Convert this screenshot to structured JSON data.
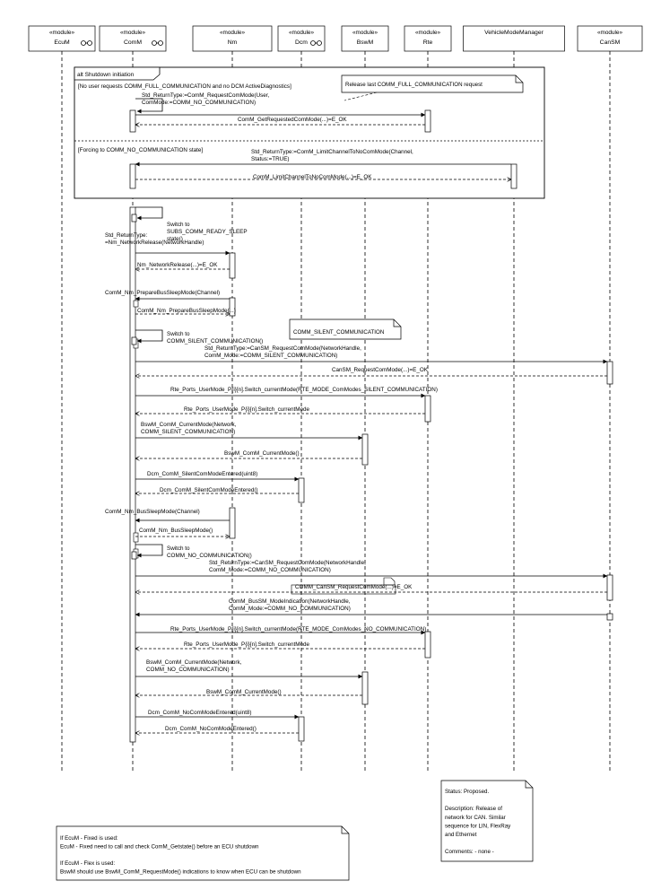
{
  "participants": [
    {
      "id": "ecum",
      "stereotype": "«module»",
      "name": "EcuM",
      "icon": "component-icon"
    },
    {
      "id": "comm",
      "stereotype": "«module»",
      "name": "ComM",
      "icon": "component-icon"
    },
    {
      "id": "nm",
      "stereotype": "«module»",
      "name": "Nm",
      "icon": ""
    },
    {
      "id": "dcm",
      "stereotype": "«module»",
      "name": "Dcm",
      "icon": "component-icon"
    },
    {
      "id": "bswm",
      "stereotype": "«module»",
      "name": "BswM",
      "icon": ""
    },
    {
      "id": "rte",
      "stereotype": "«module»",
      "name": "Rte",
      "icon": ""
    },
    {
      "id": "vmm",
      "stereotype": "",
      "name": "VehicleModeManager",
      "icon": ""
    },
    {
      "id": "cansm",
      "stereotype": "«module»",
      "name": "CanSM",
      "icon": ""
    }
  ],
  "alt_frame": {
    "title": "alt Shutdown initiation",
    "guard1": "[No user requests COMM_FULL_COMMUNICATION and no DCM ActiveDiagnostics]",
    "guard2": "[Forcing to COMM_NO_COMMUNICATION state]"
  },
  "notes": {
    "release_last": "Release last COMM_FULL_COMMUNICATION request",
    "silent": "COMM_SILENT_COMMUNICATION",
    "status_lines": [
      "Status: Proposed.",
      "",
      "Description: Release of",
      "network for CAN. Similar",
      "sequence for LIN, FlexRay",
      "and Ethernet",
      "",
      "Comments: - none -"
    ],
    "ecum_lines": [
      "If EcuM - Fixed is used:",
      "EcuM - Fixed need to call and check ComM_Getstate() before an ECU  shutdown",
      "",
      "If EcuM - Flex is used:",
      "BswM should use BswM_ComM_RequestMode() indications to know when ECU can be shutdown"
    ]
  },
  "messages": [
    {
      "from": "comm",
      "to": "comm",
      "kind": "self",
      "label": [
        "Std_ReturnType:=ComM_RequestComMode(User,",
        "ComMode:=COMM_NO_COMMUNICATION)"
      ],
      "sync": true
    },
    {
      "from": "comm",
      "to": "rte",
      "kind": "sync",
      "label": [
        "Std_ReturnType:=ComM_RequestComMode(User,",
        "ComMode:=COMM_NO_COMMUNICATION)"
      ]
    },
    {
      "from": "rte",
      "to": "comm",
      "kind": "return",
      "label": [
        "ComM_GetRequestedComMode(...)=E_OK"
      ]
    },
    {
      "from": "vmm",
      "to": "comm",
      "kind": "sync",
      "label": [
        "Std_ReturnType:=ComM_LimitChannelToNoComMode(Channel,",
        "Status:=TRUE)"
      ]
    },
    {
      "from": "comm",
      "to": "vmm",
      "kind": "return",
      "label": [
        "ComM_LimitChannelToNoComMode(...)=E_OK"
      ]
    },
    {
      "from": "comm",
      "to": "comm",
      "kind": "self",
      "label": [
        "Switch to",
        "SUBS_COMM_READY_SLEEP",
        "state()"
      ]
    },
    {
      "from": "comm",
      "to": "nm",
      "kind": "sync",
      "label": [
        "Std_ReturnType:",
        "=Nm_NetworkRelease(NetworkHandle)"
      ]
    },
    {
      "from": "nm",
      "to": "comm",
      "kind": "return",
      "label": [
        "Nm_NetworkRelease(...)=E_OK"
      ]
    },
    {
      "from": "nm",
      "to": "comm",
      "kind": "sync",
      "label": [
        "ComM_Nm_PrepareBusSleepMode(Channel)"
      ]
    },
    {
      "from": "comm",
      "to": "nm",
      "kind": "return",
      "label": [
        "ComM_Nm_PrepareBusSleepMode(...)"
      ]
    },
    {
      "from": "comm",
      "to": "comm",
      "kind": "self",
      "label": [
        "Switch to",
        "COMM_SILENT_COMMUNICATION()"
      ]
    },
    {
      "from": "comm",
      "to": "cansm",
      "kind": "sync",
      "label": [
        "Std_ReturnType:=CanSM_RequestComMode(NetworkHandle,",
        "ComM_Mode:=COMM_SILENT_COMMUNICATION)"
      ]
    },
    {
      "from": "cansm",
      "to": "comm",
      "kind": "return",
      "label": [
        "CanSM_RequestComMode(...)=E_OK"
      ]
    },
    {
      "from": "comm",
      "to": "rte",
      "kind": "sync",
      "label": [
        "Rte_Ports_UserMode_P{i}[n].Switch_currentMode(RTE_MODE_ComModes_SILENT_COMMUNICATION)"
      ]
    },
    {
      "from": "rte",
      "to": "comm",
      "kind": "return",
      "label": [
        "Rte_Ports_UserMode_P{i}[n].Switch_currentMode"
      ]
    },
    {
      "from": "comm",
      "to": "bswm",
      "kind": "sync",
      "label": [
        "BswM_ComM_CurrentMode(Network,",
        "COMM_SILENT_COMMUNICATION)"
      ]
    },
    {
      "from": "bswm",
      "to": "comm",
      "kind": "return",
      "label": [
        "BswM_ComM_CurrentMode()"
      ]
    },
    {
      "from": "comm",
      "to": "dcm",
      "kind": "sync",
      "label": [
        "Dcm_ComM_SilentComModeEntered(uint8)"
      ]
    },
    {
      "from": "dcm",
      "to": "comm",
      "kind": "return",
      "label": [
        "Dcm_ComM_SilentComModeEntered()"
      ]
    },
    {
      "from": "nm",
      "to": "comm",
      "kind": "sync",
      "label": [
        "ComM_Nm_BusSleepMode(Channel)"
      ]
    },
    {
      "from": "comm",
      "to": "nm",
      "kind": "return",
      "label": [
        "ComM_Nm_BusSleepMode()"
      ]
    },
    {
      "from": "comm",
      "to": "comm",
      "kind": "self",
      "label": [
        "Switch to",
        "COMM_NO_COMMUNICATION()"
      ]
    },
    {
      "from": "comm",
      "to": "cansm",
      "kind": "sync",
      "label": [
        "Std_ReturnType:=CanSM_RequestComMode(NetworkHandle,",
        "ComM_Mode:=COMM_NO_COMMUNICATION)"
      ]
    },
    {
      "from": "cansm",
      "to": "comm",
      "kind": "return",
      "label": [
        "COMM_CanSM_RequestComMode(...)=E_OK"
      ]
    },
    {
      "from": "cansm",
      "to": "comm",
      "kind": "sync",
      "label": [
        "ComM_BusSM_ModeIndication(NetworkHandle,",
        "ComM_Mode:=COMM_NO_COMMUNICATION)"
      ]
    },
    {
      "from": "comm",
      "to": "rte",
      "kind": "sync",
      "label": [
        "Rte_Ports_UserMode_P{i}[n].Switch_currentMode(RTE_MODE_ComModes_NO_COMMUNICATION)"
      ]
    },
    {
      "from": "rte",
      "to": "comm",
      "kind": "return",
      "label": [
        "Rte_Ports_UserMode_P{i}[n].Switch_currentMode"
      ]
    },
    {
      "from": "comm",
      "to": "bswm",
      "kind": "sync",
      "label": [
        "BswM_ComM_CurrentMode(Network,",
        "COMM_NO_COMMUNICATION)"
      ]
    },
    {
      "from": "bswm",
      "to": "comm",
      "kind": "return",
      "label": [
        "BswM_ComM_CurrentMode()"
      ]
    },
    {
      "from": "comm",
      "to": "dcm",
      "kind": "sync",
      "label": [
        "Dcm_ComM_NoComModeEntered(uint8)"
      ]
    },
    {
      "from": "dcm",
      "to": "comm",
      "kind": "return",
      "label": [
        "Dcm_ComM_NoComModeEntered()"
      ]
    }
  ]
}
